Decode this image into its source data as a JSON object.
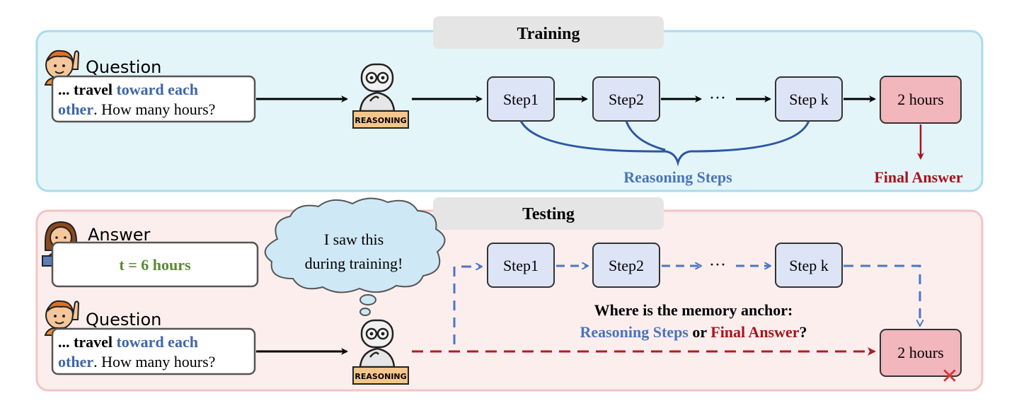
{
  "training": {
    "title": "Training",
    "question_label": "Question",
    "question_line1_prefix": "... travel ",
    "question_line1_emph": "toward each",
    "question_line2_emph": "other",
    "question_line2_rest": ". How many hours?",
    "robot_label": "REASONING",
    "steps": [
      "Step1",
      "Step2",
      "···",
      "Step k"
    ],
    "answer": "2 hours",
    "reasoning_steps_label": "Reasoning Steps",
    "final_answer_label": "Final Answer"
  },
  "testing": {
    "title": "Testing",
    "answer_label": "Answer",
    "answer_value": "t = 6 hours",
    "thought": [
      "I saw this",
      "during training!"
    ],
    "question_label": "Question",
    "question_line1_prefix": "... travel ",
    "question_line1_emph": "toward each",
    "question_line2_emph": "other",
    "question_line2_rest": ". How many hours?",
    "robot_label": "REASONING",
    "steps": [
      "Step1",
      "Step2",
      "···",
      "Step k"
    ],
    "answer": "2 hours",
    "memory_q_line1": "Where is the memory anchor:",
    "memory_q_reasoning": "Reasoning Steps",
    "memory_q_or": " or ",
    "memory_q_final": "Final Answer",
    "memory_q_end": "?",
    "wrong_mark": "✕"
  },
  "colors": {
    "training_bg": "#e4f5fa",
    "training_border": "#a9dcee",
    "testing_bg": "#fdeeee",
    "testing_border": "#f3c4c4",
    "title_bar": "#e5e5e5",
    "step_fill": "#dde4f6",
    "answer_fill": "#f2b6bd",
    "blue_text": "#4a74b9",
    "red_text": "#a8131b",
    "green_text": "#5a8a36",
    "dashed_blue": "#4b77c6",
    "dashed_red": "#b51c1c",
    "brace_blue": "#2d57a5",
    "cloud_fill": "#cfe8f6"
  }
}
